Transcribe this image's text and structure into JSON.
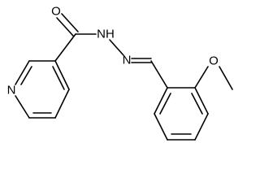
{
  "molecule": {
    "atoms": {
      "o_carbonyl": "O",
      "nh": "NH",
      "n_imine": "N",
      "o_methoxy": "O",
      "n_pyridine": "N"
    },
    "colors": {
      "bond": "#000000",
      "label": "#000000",
      "background": "#ffffff"
    }
  }
}
